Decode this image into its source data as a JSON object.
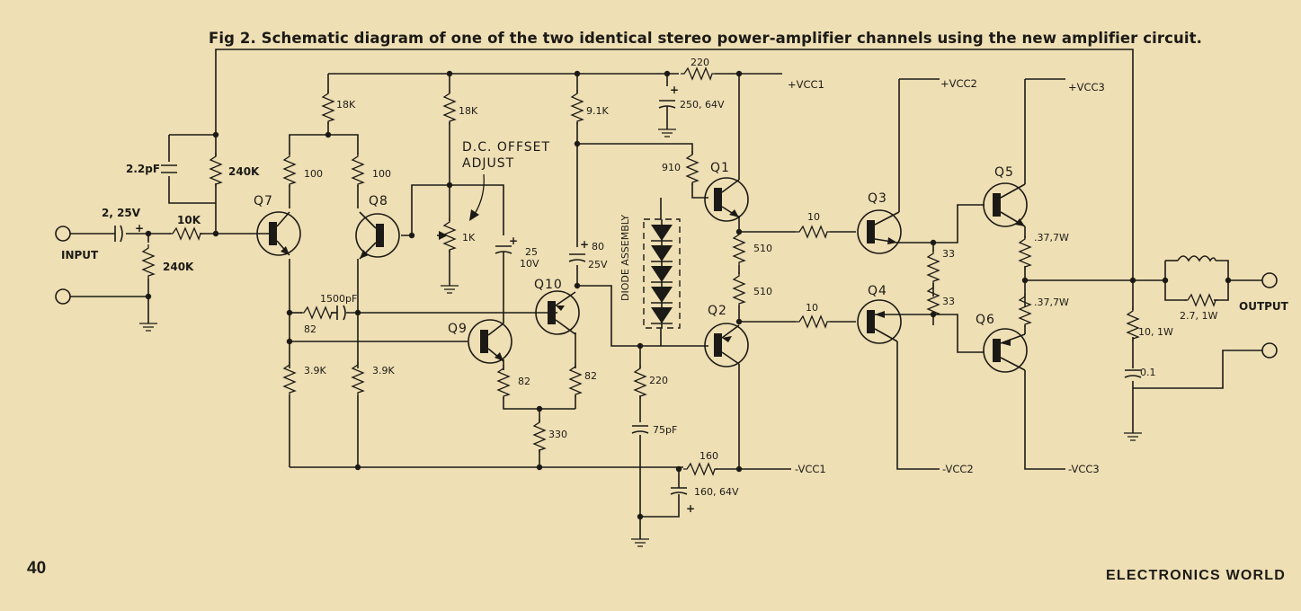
{
  "caption": "Fig 2. Schematic diagram of one of the two identical stereo power-amplifier channels using the new amplifier circuit.",
  "page_number": "40",
  "magazine": "ELECTRONICS WORLD",
  "terminals": {
    "input": "INPUT",
    "output": "OUTPUT"
  },
  "transistors": {
    "q7": "Q7",
    "q8": "Q8",
    "q9": "Q9",
    "q10": "Q10",
    "q1": "Q1",
    "q2": "Q2",
    "q3": "Q3",
    "q4": "Q4",
    "q5": "Q5",
    "q6": "Q6"
  },
  "labels": {
    "cap_in": "2, 25V",
    "r_in_series": "10K",
    "r_in_shunt": "240K",
    "cap_feedback": "2.2pF",
    "r_feedback": "240K",
    "r_q7_load_top": "18K",
    "r_q7_coll": "100",
    "r_q8_coll": "100",
    "r_18k_b": "18K",
    "r_9k1": "9.1K",
    "r_220_top": "220",
    "cap_250": "250, 64V",
    "dc_offset_line1": "D.C. OFFSET",
    "dc_offset_line2": "ADJUST",
    "pot_1k": "1K",
    "cap_25": "25",
    "cap_25_v": "10V",
    "cap_80": "80",
    "cap_80_v": "25V",
    "r_910": "910",
    "diode_assembly": "DIODE ASSEMBLY",
    "r_510_a": "510",
    "r_510_b": "510",
    "cap_1500": "1500pF",
    "r_82_a": "82",
    "r_3k9_a": "3.9K",
    "r_3k9_b": "3.9K",
    "r_82_b": "82",
    "r_82_c": "82",
    "r_330": "330",
    "r_220_bias": "220",
    "cap_75": "75pF",
    "r_160": "160",
    "cap_160": "160, 64V",
    "r_10_a": "10",
    "r_10_b": "10",
    "r_33_a": "33",
    "r_33_b": "33",
    "r_037_a": ".37,7W",
    "r_037_b": ".37,7W",
    "r_2k7": "2.7, 1W",
    "r_10_1w": "10, 1W",
    "cap_01": "0.1"
  },
  "rails": {
    "vcc1_pos": "+VCC1",
    "vcc2_pos": "+VCC2",
    "vcc3_pos": "+VCC3",
    "vcc1_neg": "-VCC1",
    "vcc2_neg": "-VCC2",
    "vcc3_neg": "-VCC3"
  }
}
